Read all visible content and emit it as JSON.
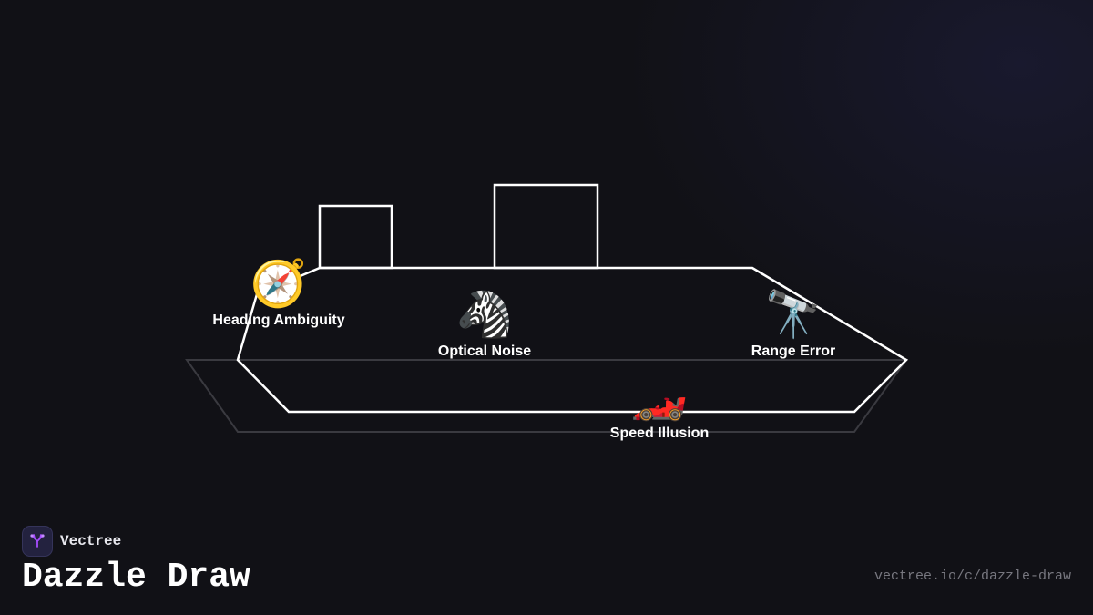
{
  "brand": {
    "name": "Vectree",
    "logo_icon": "vectree-tree-logo-icon",
    "accent_color": "#a64dff"
  },
  "title": "Dazzle Draw",
  "url": "vectree.io/c/dazzle-draw",
  "diagram": {
    "line_color": "#ffffff",
    "shadow_color": "#3a3a40",
    "background_color": "#111116",
    "markers": [
      {
        "id": "heading",
        "icon": "compass-icon",
        "emoji": "🧭",
        "label": "Heading Ambiguity"
      },
      {
        "id": "noise",
        "icon": "zebra-icon",
        "emoji": "🦓",
        "label": "Optical Noise"
      },
      {
        "id": "range",
        "icon": "telescope-icon",
        "emoji": "🔭",
        "label": "Range Error"
      },
      {
        "id": "speed",
        "icon": "racing-car-icon",
        "emoji": "🏎️",
        "label": "Speed Illusion"
      }
    ]
  }
}
